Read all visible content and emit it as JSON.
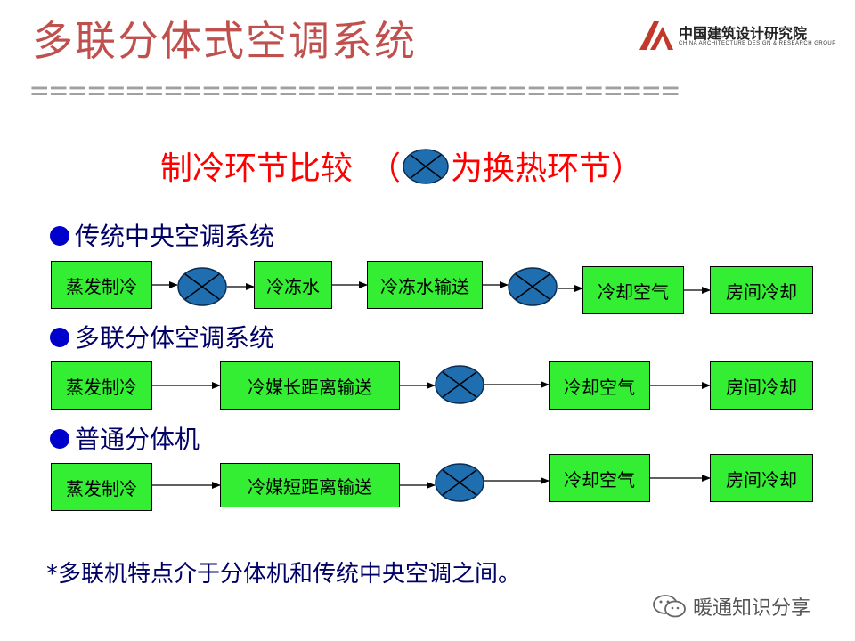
{
  "header": {
    "title": "多联分体式空调系统",
    "divider": "==================================",
    "logo_cn": "中国建筑设计研究院",
    "logo_en": "CHINA ARCHITECTURE DESIGN & RESEARCH GROUP"
  },
  "subtitle": {
    "left": "制冷环节比较　（",
    "right": "为换热环节）"
  },
  "sections": [
    {
      "label": "传统中央空调系统",
      "boxes": [
        "蒸发制冷",
        "冷冻水",
        "冷冻水输送",
        "冷却空气",
        "房间冷却"
      ]
    },
    {
      "label": "多联分体空调系统",
      "boxes": [
        "蒸发制冷",
        "冷媒长距离输送",
        "冷却空气",
        "房间冷却"
      ]
    },
    {
      "label": "普通分体机",
      "boxes": [
        "蒸发制冷",
        "冷媒短距离输送",
        "冷却空气",
        "房间冷却"
      ]
    }
  ],
  "note": "*多联机特点介于分体机和传统中央空调之间。",
  "watermark": "暖通知识分享",
  "colors": {
    "title": "#c0504d",
    "subtitle": "#ff0000",
    "box_fill": "#33ee33",
    "exchanger_fill": "#1f6fb0",
    "section_text": "#000066",
    "bullet": "#0000cc"
  }
}
